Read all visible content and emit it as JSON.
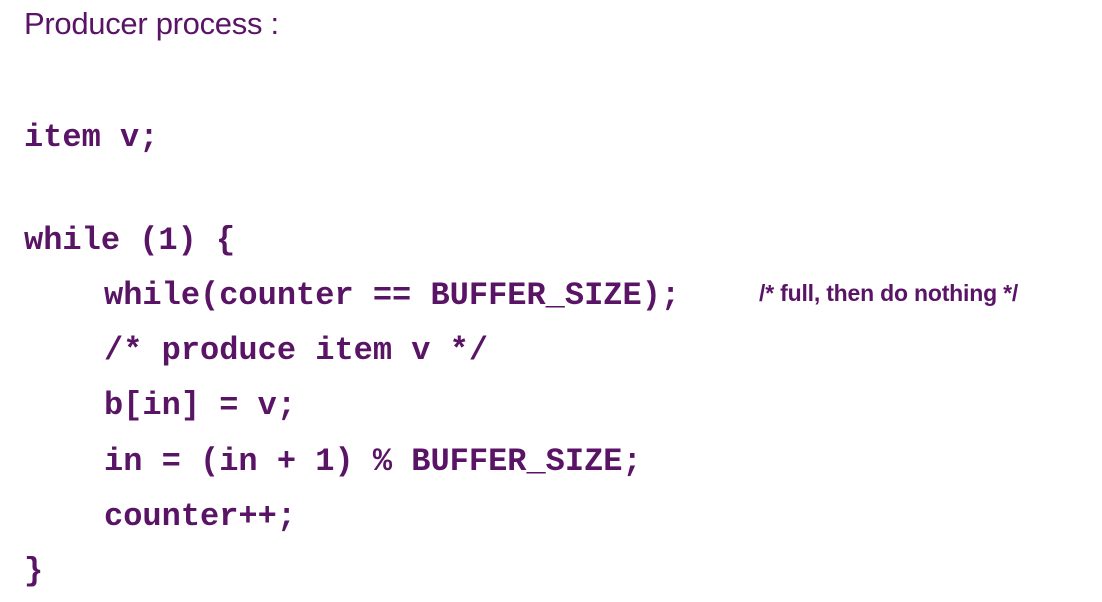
{
  "title": "Producer process :",
  "lines": {
    "declaration": "item v;",
    "while_open": "while (1) {",
    "wait_loop": "while(counter == BUFFER_SIZE);",
    "wait_comment": "/* full, then do nothing */",
    "produce_comment": "/* produce item v */",
    "store": "b[in] = v;",
    "advance": "in = (in + 1) % BUFFER_SIZE;",
    "increment": "counter++;",
    "close_brace": "}"
  },
  "colors": {
    "text": "#5a1466",
    "background": "#ffffff"
  }
}
